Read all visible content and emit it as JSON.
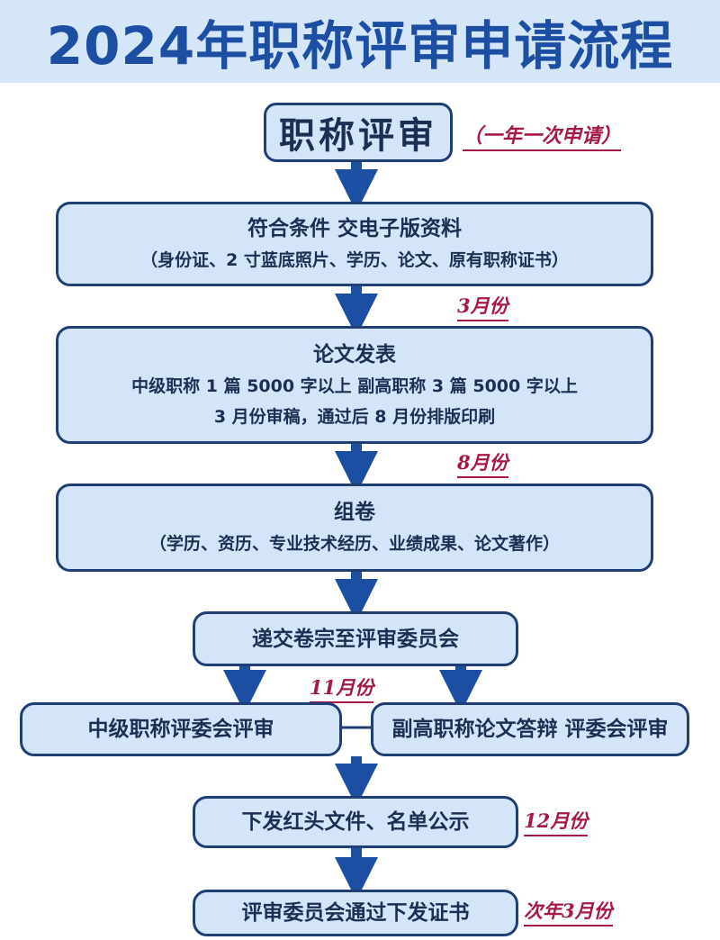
{
  "header": {
    "title": "2024年职称评审申请流程"
  },
  "start": {
    "title": "职称评审",
    "note": "（一年一次申请）"
  },
  "step1": {
    "title": "符合条件 交电子版资料",
    "detail": "（身份证、2 寸蓝底照片、学历、论文、原有职称证书）"
  },
  "note1": "3月份",
  "step2": {
    "title": "论文发表",
    "line1": "中级职称 1 篇 5000 字以上 副高职称 3 篇 5000 字以上",
    "line2": "3 月份审稿，通过后 8 月份排版印刷"
  },
  "note2": "8月份",
  "step3": {
    "title": "组卷",
    "detail": "（学历、资历、专业技术经历、业绩成果、论文著作）"
  },
  "step4": {
    "title": "递交卷宗至评审委员会"
  },
  "note3": "11月份",
  "step5a": {
    "title": "中级职称评委会评审"
  },
  "step5b": {
    "title": "副高职称论文答辩 评委会评审"
  },
  "step6": {
    "title": "下发红头文件、名单公示"
  },
  "note4": "12月份",
  "step7": {
    "title": "评审委员会通过下发证书"
  },
  "note5": "次年3月份",
  "colors": {
    "accent": "#1c4fa3",
    "box_fill": "#d4e5fa",
    "box_border": "#1f3f74",
    "note": "#a61848"
  }
}
